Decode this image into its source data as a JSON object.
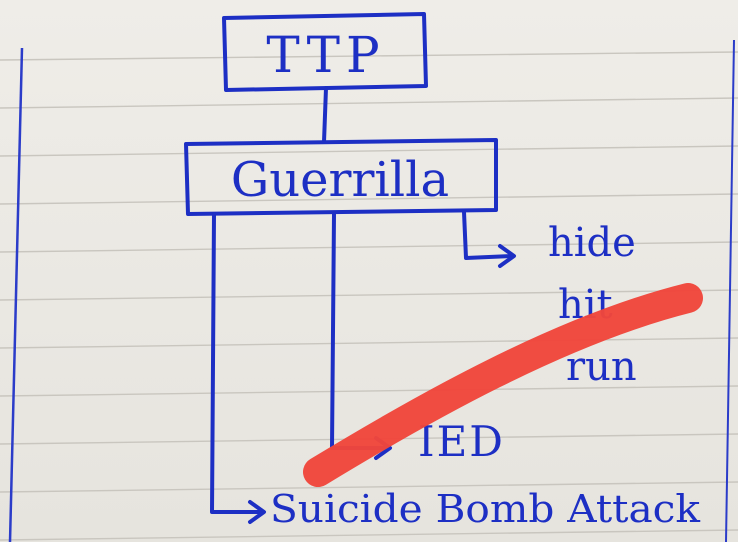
{
  "diagram": {
    "nodes": {
      "ttp": "TTP",
      "guerrilla": "Guerrilla"
    },
    "tactics": {
      "line1": "hide",
      "line2": "hit",
      "line3": "run"
    },
    "branches": {
      "ied": "IED",
      "suicide": "Suicide Bomb Attack"
    }
  },
  "colors": {
    "ink": "#1d2fc4",
    "highlighter": "#f0463c",
    "rule_lines": "#c9c6bf",
    "margin_line": "#2b3cc9"
  }
}
